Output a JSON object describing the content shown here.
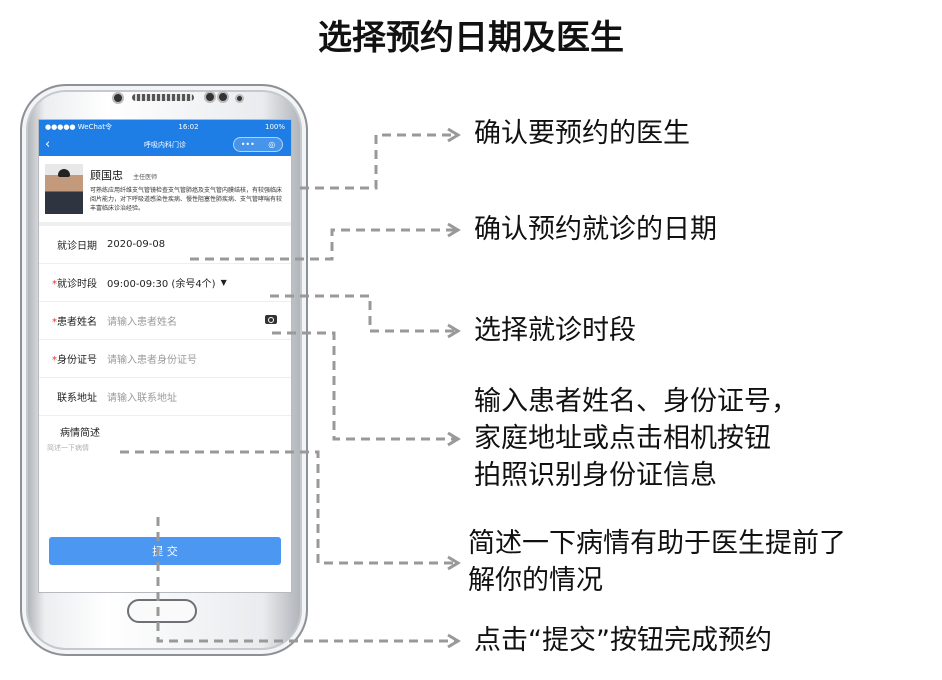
{
  "title": "选择预约日期及医生",
  "phone": {
    "status_bar": {
      "carrier": "●●●●● WeChat令",
      "time": "16:02",
      "battery": "100%"
    },
    "nav": {
      "back_icon": "‹",
      "title": "呼吸内科门诊",
      "more_icon": "•••",
      "target_icon": "◎"
    },
    "doctor": {
      "name": "顾国忠",
      "title": "主任医师",
      "description": "可熟练应用纤维支气管镜检查支气管肺癌及支气管内膜结核，有较强临床阅片能力，对下呼吸道感染性疾病、慢性阻塞性肺疾病、支气管哮喘有较丰富临床诊治经验。"
    },
    "form": {
      "visit_date": {
        "label": "就诊日期",
        "value": "2020-09-08"
      },
      "visit_time": {
        "required_mark": "*",
        "label": "就诊时段",
        "value": "09:00-09:30 (余号4个)",
        "dropdown_icon": "▼"
      },
      "patient_name": {
        "required_mark": "*",
        "label": "患者姓名",
        "placeholder": "请输入患者姓名"
      },
      "id_number": {
        "required_mark": "*",
        "label": "身份证号",
        "placeholder": "请输入患者身份证号"
      },
      "address": {
        "label": "联系地址",
        "placeholder": "请输入联系地址"
      },
      "condition": {
        "label": "病情简述",
        "placeholder": "简述一下病情"
      }
    },
    "submit_label": "提 交"
  },
  "annotations": {
    "confirm_doctor": "确认要预约的医生",
    "confirm_date": "确认预约就诊的日期",
    "select_time": "选择就诊时段",
    "input_info_1": "输入患者姓名、身份证号，",
    "input_info_2": "家庭地址或点击相机按钮",
    "input_info_3": "拍照识别身份证信息",
    "describe_1": "简述一下病情有助于医生提前了",
    "describe_2": "解你的情况",
    "submit_hint": "点击“提交”按钮完成预约"
  },
  "colors": {
    "accent": "#1e7ee6",
    "button": "#4c97f2",
    "required": "#e5302c",
    "connector": "#999999"
  }
}
